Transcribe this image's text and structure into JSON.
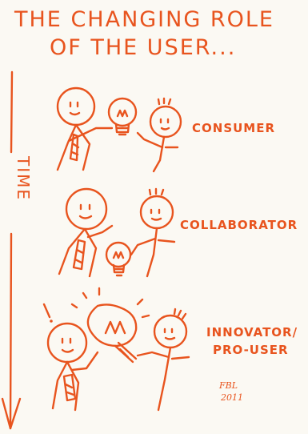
{
  "title": {
    "line1": "THE CHANGING ROLE",
    "line2": "OF THE USER..."
  },
  "axis": {
    "label": "TIME"
  },
  "stages": [
    {
      "label": "CONSUMER"
    },
    {
      "label": "COLLABORATOR"
    },
    {
      "label_line1": "INNOVATOR/",
      "label_line2": "PRO-USER"
    }
  ],
  "signature": {
    "initials": "FBL",
    "date": "2011"
  },
  "colors": {
    "ink": "#e8541e",
    "paper": "#fbf9f3"
  }
}
